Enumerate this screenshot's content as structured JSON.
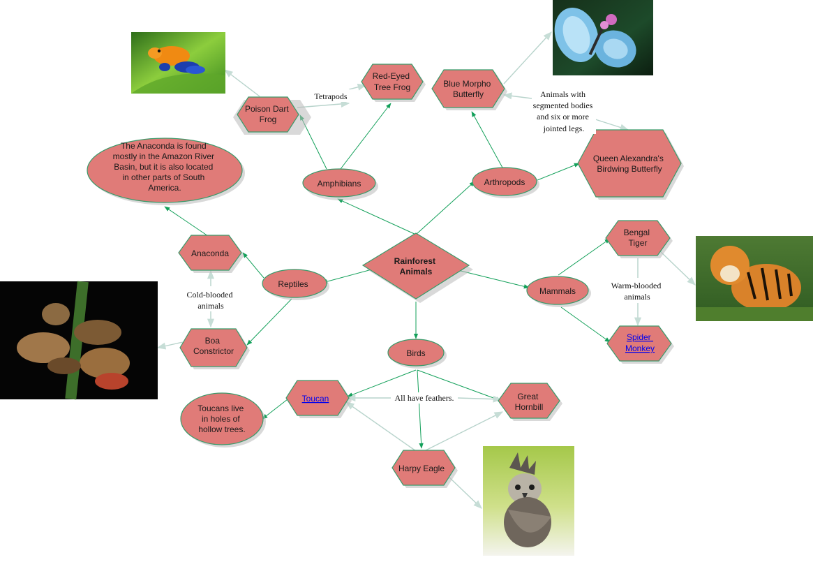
{
  "nodes": {
    "center": [
      "Rainforest",
      "Animals"
    ],
    "amphibians": [
      "Amphibians"
    ],
    "arthropods": [
      "Arthropods"
    ],
    "reptiles": [
      "Reptiles"
    ],
    "mammals": [
      "Mammals"
    ],
    "birds": [
      "Birds"
    ],
    "poison_dart_frog": [
      "Poison Dart",
      "Frog"
    ],
    "red_eyed_tree_frog": [
      "Red-Eyed",
      "Tree Frog"
    ],
    "blue_morpho": [
      "Blue Morpho",
      "Butterfly"
    ],
    "queen_alexandra": [
      "Queen Alexandra's",
      "Birdwing Butterfly"
    ],
    "anaconda": [
      "Anaconda"
    ],
    "anaconda_note": [
      "The Anaconda is found",
      "mostly in the Amazon River",
      "Basin, but it is also located",
      "in other parts of South",
      "America."
    ],
    "boa": [
      "Boa",
      "Constrictor"
    ],
    "bengal_tiger": [
      "Bengal",
      "Tiger"
    ],
    "spider_monkey": [
      "Spider",
      "Monkey"
    ],
    "toucan": [
      "Toucan"
    ],
    "toucan_note": [
      "Toucans live",
      "in holes of",
      "hollow trees."
    ],
    "great_hornbill": [
      "Great",
      "Hornbill"
    ],
    "harpy_eagle": [
      "Harpy Eagle"
    ]
  },
  "connector_labels": {
    "tetrapods": [
      "Tetrapods"
    ],
    "arthropod_def": [
      "Animals with",
      "segmented bodies",
      "and six or more",
      "jointed legs."
    ],
    "cold_blooded": [
      "Cold-blooded",
      "animals"
    ],
    "warm_blooded": [
      "Warm-blooded",
      "animals"
    ],
    "feathers": [
      "All have feathers."
    ]
  },
  "images": {
    "frog_photo": "poison dart frog photo",
    "butterfly_photo": "blue morpho butterfly photo",
    "snake_photo": "boa constrictor photo",
    "tiger_photo": "bengal tiger photo",
    "eagle_photo": "harpy eagle illustration"
  },
  "colors": {
    "node_fill": "#e07b78",
    "node_border": "#3a9a6a",
    "arrow": "#13a05a",
    "pale_arrow": "#b7d3cb",
    "link_text": "#0000ee"
  }
}
